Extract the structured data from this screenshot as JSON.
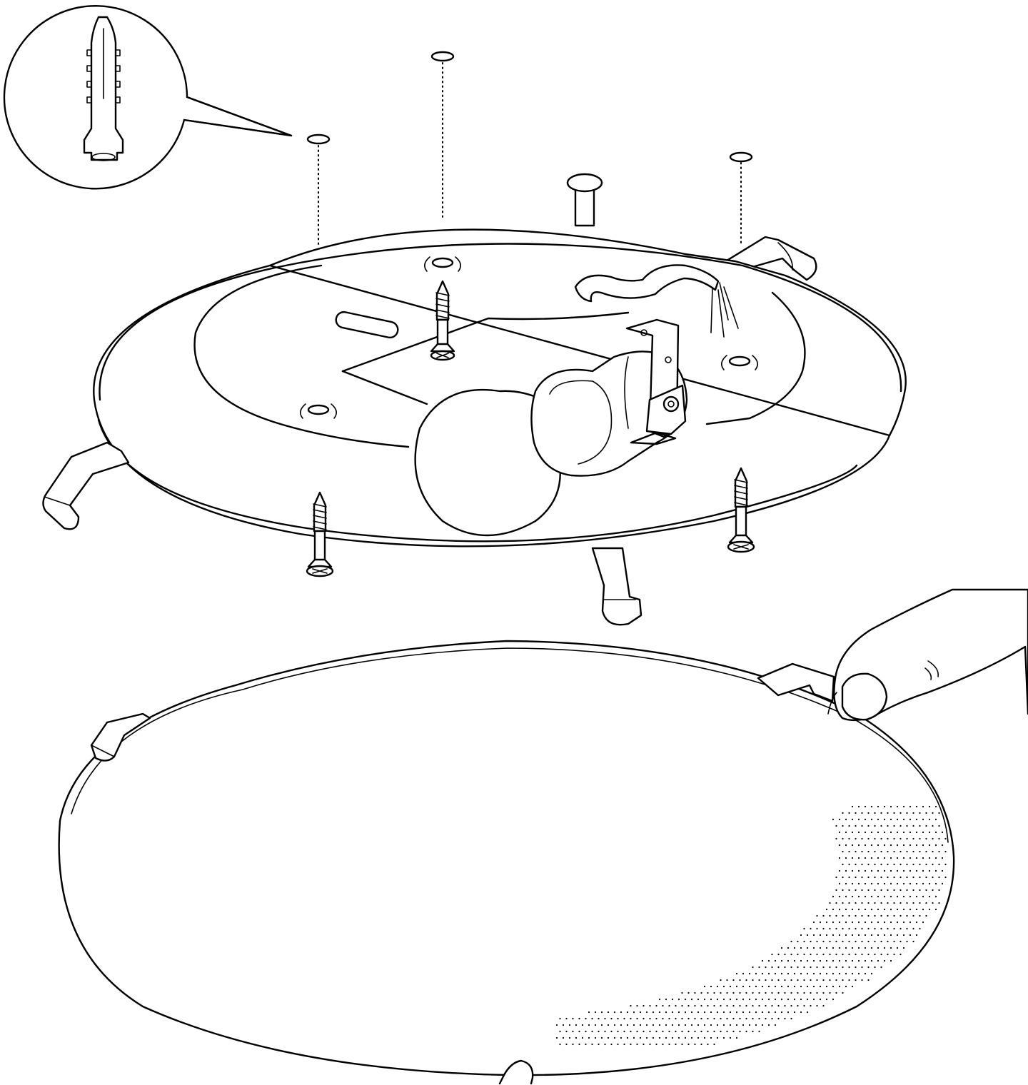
{
  "figure": {
    "type": "assembly-illustration",
    "caption": "",
    "parts": [
      "wall-plug-detail",
      "ceiling-drill-holes",
      "canopy-base-plate",
      "lamp-holder",
      "light-bulb",
      "mounting-screws",
      "spring-clips",
      "glass-shade",
      "hand"
    ],
    "colors": {
      "line": "#000000",
      "background": "#ffffff"
    }
  }
}
